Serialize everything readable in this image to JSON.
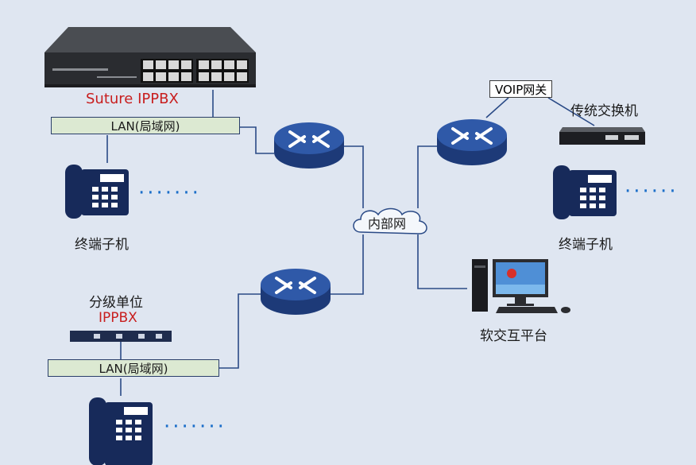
{
  "pbx_label": "Suture IPPBX",
  "lan_label_top": "LAN(局域网)",
  "lan_label_bottom": "LAN(局域网)",
  "phone_label_left": "终端子机",
  "phone_label_right": "终端子机",
  "branch_label_line1": "分级单位",
  "branch_label_line2": "IPPBX",
  "cloud_label": "内部网",
  "voip_label": "VOIP网关",
  "legacy_switch_label": "传统交换机",
  "platform_label": "软交互平台",
  "colors": {
    "background": "#dfe6f1",
    "line": "#2a4a86",
    "router": "#2b4f98",
    "phone": "#172a5a",
    "red_text": "#c81e1e",
    "lan_fill": "#dce9d2"
  }
}
